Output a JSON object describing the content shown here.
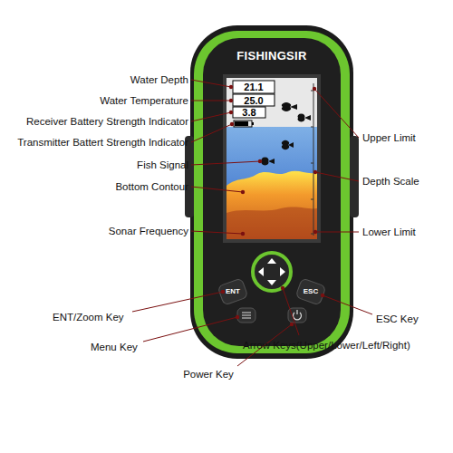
{
  "diagram": {
    "labels": [
      "Water Depth",
      "Water Temperature",
      "Receiver Battery Strength Indicator",
      "Transmitter Battert Strength Indicator",
      "Fish Signal",
      "Bottom Contour",
      "Sonar Frequency",
      "Upper Limit",
      "Depth Scale",
      "Lower Limit",
      "ENT/Zoom Key",
      "Menu Key",
      "Power Key",
      "Arrow Keys(Upper/Lower/Left/Right)",
      "ESC Key",
      "FISHINGSIR",
      "21.1",
      "25.0",
      "3.8",
      "ENT",
      "ESC"
    ]
  }
}
